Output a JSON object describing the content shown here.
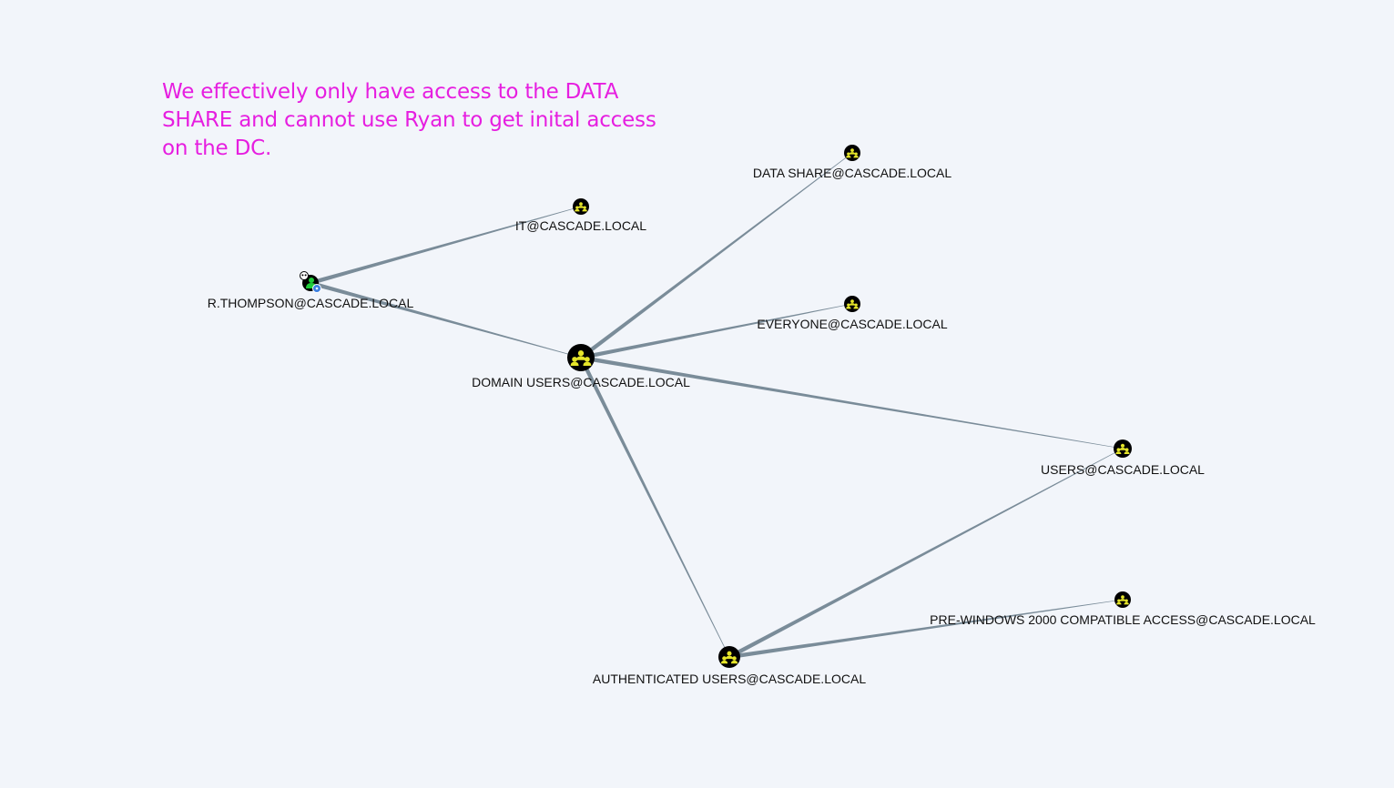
{
  "annotation": {
    "text": "We effectively only have access to the DATA SHARE and cannot use Ryan to get inital access on the DC.",
    "color": "#e61ee0"
  },
  "graph": {
    "edge_color": "#7a8c99",
    "group_icon_fill": "#e5e52a",
    "nodes": [
      {
        "id": "rthompson",
        "label": "R.THOMPSON@CASCADE.LOCAL",
        "kind": "user",
        "icon": "user-icon"
      },
      {
        "id": "it",
        "label": "IT@CASCADE.LOCAL",
        "kind": "group",
        "icon": "group-icon"
      },
      {
        "id": "datashare",
        "label": "DATA SHARE@CASCADE.LOCAL",
        "kind": "group",
        "icon": "group-icon"
      },
      {
        "id": "everyone",
        "label": "EVERYONE@CASCADE.LOCAL",
        "kind": "group",
        "icon": "group-icon"
      },
      {
        "id": "domainusers",
        "label": "DOMAIN USERS@CASCADE.LOCAL",
        "kind": "group",
        "icon": "group-icon"
      },
      {
        "id": "users",
        "label": "USERS@CASCADE.LOCAL",
        "kind": "group",
        "icon": "group-icon"
      },
      {
        "id": "prewin",
        "label": "PRE-WINDOWS 2000 COMPATIBLE ACCESS@CASCADE.LOCAL",
        "kind": "group",
        "icon": "group-icon"
      },
      {
        "id": "authusers",
        "label": "AUTHENTICATED USERS@CASCADE.LOCAL",
        "kind": "group",
        "icon": "group-icon"
      }
    ],
    "edges": [
      {
        "from": "rthompson",
        "to": "it"
      },
      {
        "from": "rthompson",
        "to": "domainusers"
      },
      {
        "from": "domainusers",
        "to": "datashare"
      },
      {
        "from": "domainusers",
        "to": "everyone"
      },
      {
        "from": "domainusers",
        "to": "users"
      },
      {
        "from": "domainusers",
        "to": "authusers"
      },
      {
        "from": "authusers",
        "to": "users"
      },
      {
        "from": "authusers",
        "to": "prewin"
      }
    ]
  }
}
